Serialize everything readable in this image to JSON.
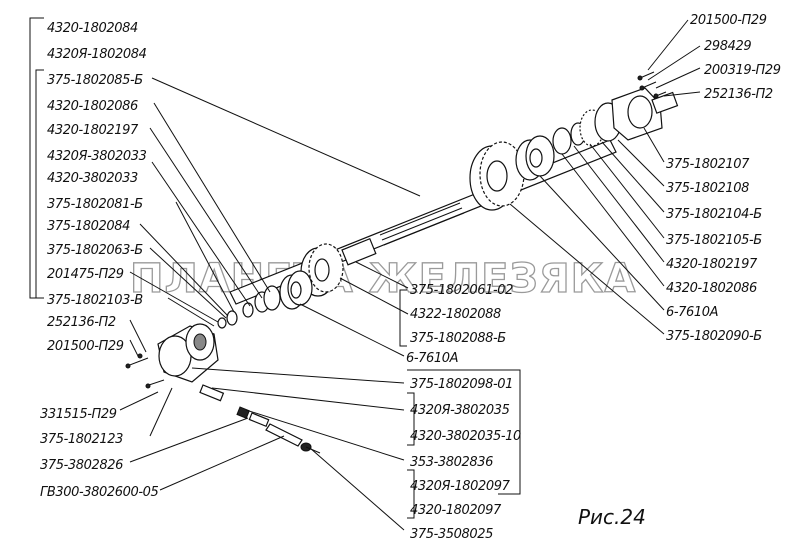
{
  "watermark": "ПЛАНЕТА ЖЕЛЕЗЯКА",
  "caption": "Рис.24",
  "labels_left": [
    "4320-1802084",
    "4320Я-1802084",
    "375-1802085-Б",
    "4320-1802086",
    "4320-1802197",
    "4320Я-3802033",
    "4320-3802033",
    "375-1802081-Б",
    "375-1802084",
    "375-1802063-Б",
    "201475-П29",
    "375-1802103-В",
    "252136-П2",
    "201500-П29"
  ],
  "labels_left_bottom": [
    "331515-П29",
    "375-1802123",
    "375-3802826",
    "ГВ300-3802600-05"
  ],
  "labels_right": [
    "201500-П29",
    "298429",
    "200319-П29",
    "252136-П2",
    "375-1802107",
    "375-1802108",
    "375-1802104-Б",
    "375-1802105-Б",
    "4320-1802197",
    "4320-1802086",
    "6-7610А",
    "375-1802090-Б"
  ],
  "labels_center": [
    "375-1802061-02",
    "4322-1802088",
    "375-1802088-Б",
    "6-7610А",
    "375-1802098-01",
    "4320Я-3802035",
    "4320-3802035-10",
    "353-3802836",
    "4320Я-1802097",
    "4320-1802097",
    "375-3508025"
  ]
}
